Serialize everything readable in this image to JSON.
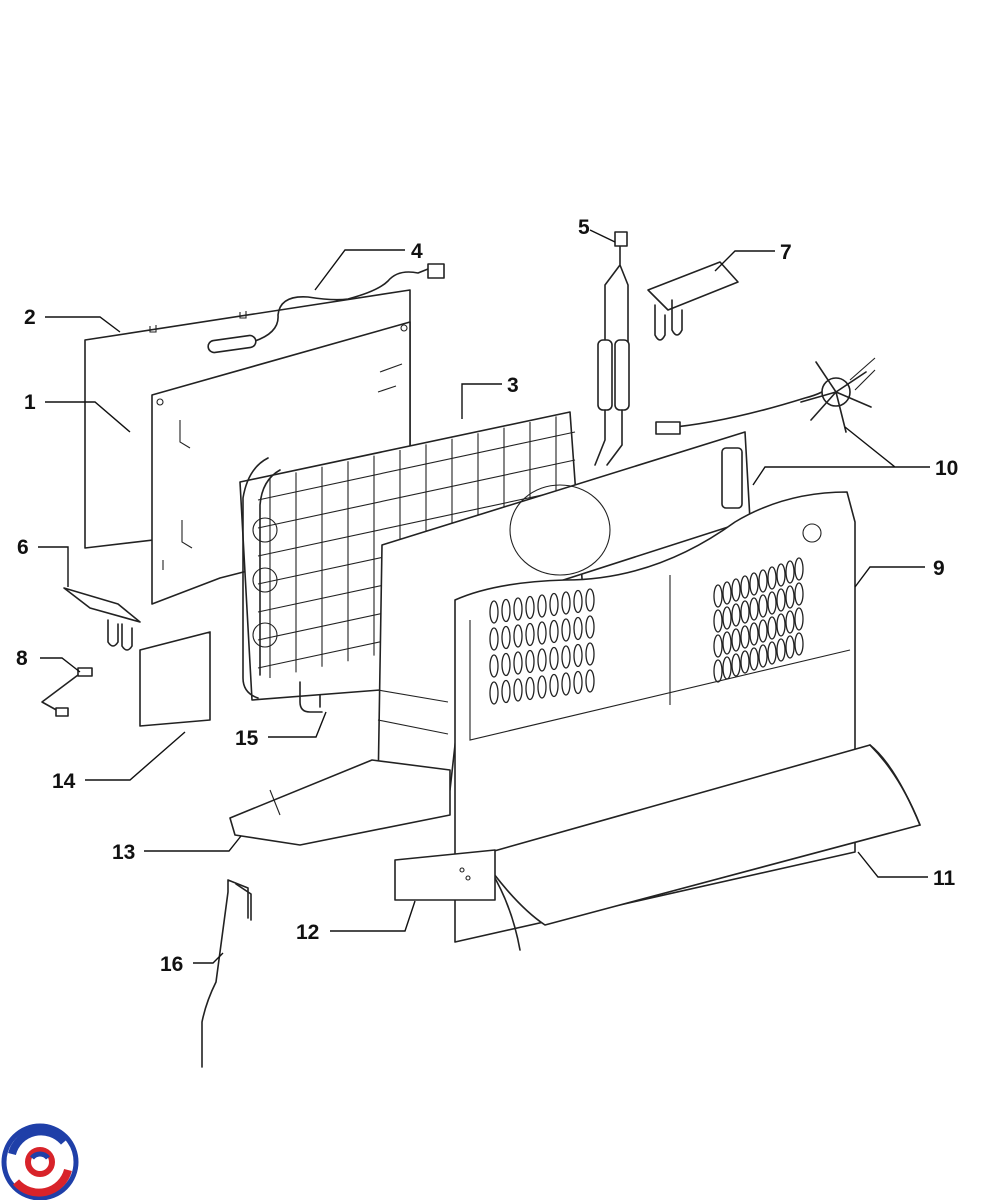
{
  "callouts": [
    {
      "id": "1",
      "label": "1"
    },
    {
      "id": "2",
      "label": "2"
    },
    {
      "id": "3",
      "label": "3"
    },
    {
      "id": "4",
      "label": "4"
    },
    {
      "id": "5",
      "label": "5"
    },
    {
      "id": "6",
      "label": "6"
    },
    {
      "id": "7",
      "label": "7"
    },
    {
      "id": "8",
      "label": "8"
    },
    {
      "id": "9",
      "label": "9"
    },
    {
      "id": "10",
      "label": "10"
    },
    {
      "id": "11",
      "label": "11"
    },
    {
      "id": "12",
      "label": "12"
    },
    {
      "id": "13",
      "label": "13"
    },
    {
      "id": "14",
      "label": "14"
    },
    {
      "id": "15",
      "label": "15"
    },
    {
      "id": "16",
      "label": "16"
    }
  ],
  "logo": {
    "name": "brand-logo",
    "colors": [
      "#1f3fa8",
      "#d8232a"
    ]
  }
}
